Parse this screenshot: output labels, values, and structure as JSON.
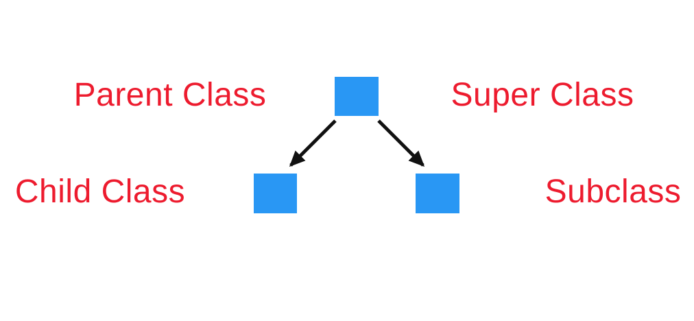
{
  "diagram": {
    "labels": {
      "parent": "Parent Class",
      "super": "Super Class",
      "child": "Child Class",
      "sub": "Subclass"
    },
    "nodes": [
      {
        "id": "parent-node",
        "shape": "square",
        "role": "parent / super class"
      },
      {
        "id": "child-node-left",
        "shape": "square",
        "role": "child / subclass"
      },
      {
        "id": "child-node-right",
        "shape": "square",
        "role": "child / subclass"
      }
    ],
    "edges": [
      {
        "from": "parent-node",
        "to": "child-node-left",
        "type": "arrow"
      },
      {
        "from": "parent-node",
        "to": "child-node-right",
        "type": "arrow"
      }
    ],
    "colors": {
      "node_fill": "#2997F4",
      "label_text": "#ED1B2E",
      "arrow": "#111111",
      "background": "#FFFFFF"
    }
  }
}
